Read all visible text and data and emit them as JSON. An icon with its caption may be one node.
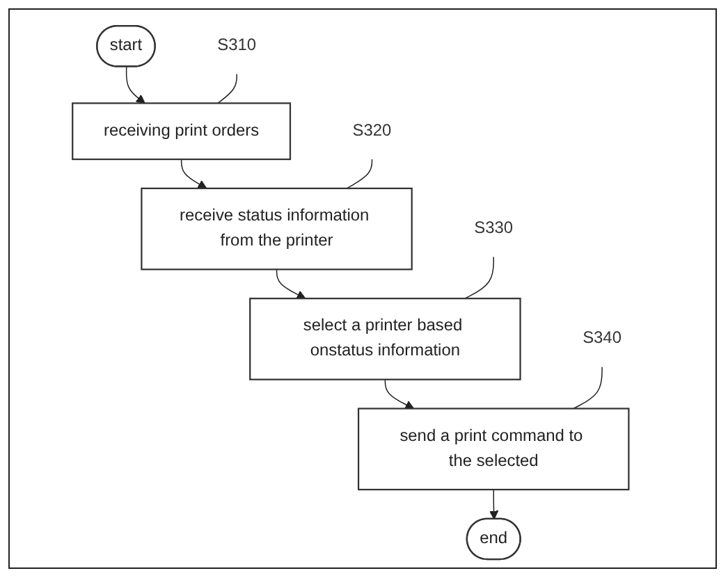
{
  "diagram": {
    "nodes": [
      {
        "text": [
          "start"
        ]
      },
      {
        "text": [
          "S310"
        ]
      },
      {
        "text": [
          "receiving print orders"
        ]
      },
      {
        "text": [
          "S320"
        ]
      },
      {
        "text": [
          "receive status information from the printer"
        ]
      },
      {
        "text": [
          "S330"
        ]
      },
      {
        "text": [
          "select a printer based onstatus information"
        ]
      },
      {
        "text": [
          "S340"
        ]
      },
      {
        "text": [
          "send a print command to the selected"
        ]
      },
      {
        "text": [
          "end"
        ]
      }
    ],
    "edges": [
      {
        "from": 0,
        "to": 2,
        "arrow": "to"
      },
      {
        "from": 1,
        "to": 2,
        "arrow": "none"
      },
      {
        "from": 2,
        "to": 4,
        "arrow": "to"
      },
      {
        "from": 3,
        "to": 4,
        "arrow": "none"
      },
      {
        "from": 4,
        "to": 6,
        "arrow": "to"
      },
      {
        "from": 5,
        "to": 6,
        "arrow": "none"
      },
      {
        "from": 6,
        "to": 8,
        "arrow": "to"
      },
      {
        "from": 7,
        "to": 8,
        "arrow": "none"
      },
      {
        "from": 8,
        "to": 9,
        "arrow": "to"
      }
    ]
  }
}
